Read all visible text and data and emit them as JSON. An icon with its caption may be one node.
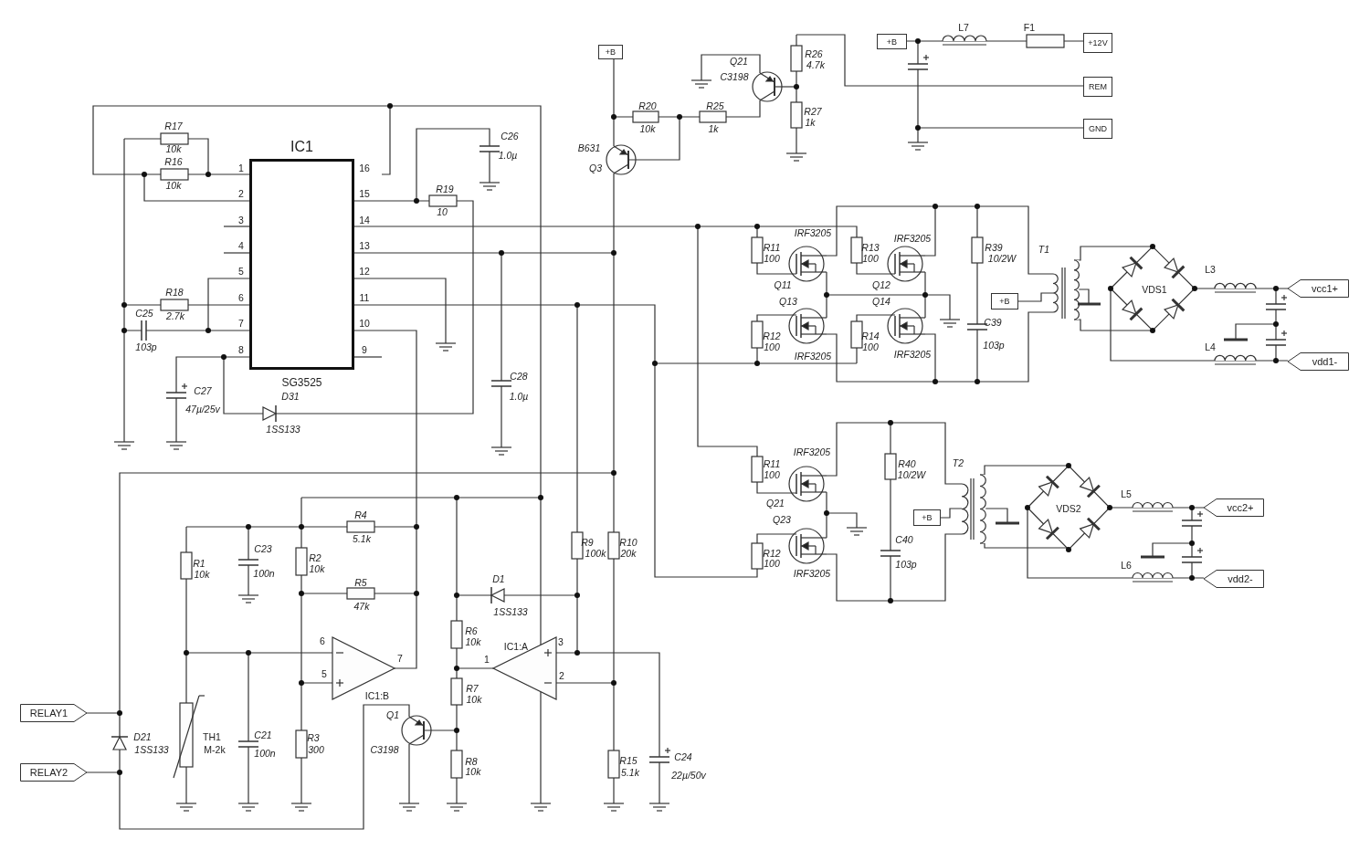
{
  "diagram": {
    "nodes": [
      {
        "text": [
          "IC1",
          "SG3525"
        ]
      },
      {
        "text": [
          "+B"
        ]
      },
      {
        "text": [
          "+B"
        ]
      },
      {
        "text": [
          "+12V"
        ]
      },
      {
        "text": [
          "REM"
        ]
      },
      {
        "text": [
          "GND"
        ]
      },
      {
        "text": [
          "+B"
        ]
      },
      {
        "text": [
          "vcc1+"
        ]
      },
      {
        "text": [
          "vdd1-"
        ]
      },
      {
        "text": [
          "+B"
        ]
      },
      {
        "text": [
          "vcc2+"
        ]
      },
      {
        "text": [
          "vdd2-"
        ]
      },
      {
        "text": [
          "RELAY1"
        ]
      },
      {
        "text": [
          "RELAY2"
        ]
      }
    ],
    "labels": [
      "R17",
      "10k",
      "R16",
      "10k",
      "1",
      "16",
      "2",
      "15",
      "3",
      "14",
      "4",
      "13",
      "5",
      "12",
      "6",
      "11",
      "7",
      "10",
      "8",
      "9",
      "R18",
      "C25",
      "2.7k",
      "103p",
      "C27",
      "47µ/25v",
      "D31",
      "1SS133",
      "R19",
      "10",
      "C26",
      "1.0µ",
      "C28",
      "1.0µ",
      "B631",
      "Q3",
      "R20",
      "10k",
      "R25",
      "1k",
      "Q21",
      "C3198",
      "R26",
      "4.7k",
      "R27",
      "1k",
      "L7",
      "F1",
      "IRF3205",
      "R11",
      "100",
      "IRF3205",
      "R13",
      "100",
      "R39",
      "10/2W",
      "T1",
      "Q11",
      "Q12",
      "Q13",
      "Q14",
      "VDS1",
      "L3",
      "C39",
      "R12",
      "100",
      "R14",
      "100",
      "103p",
      "L4",
      "IRF3205",
      "IRF3205",
      "IRF3205",
      "R11",
      "100",
      "R40",
      "10/2W",
      "T2",
      "L5",
      "Q21",
      "VDS2",
      "Q23",
      "C40",
      "R12",
      "100",
      "103p",
      "L6",
      "IRF3205",
      "R4",
      "5.1k",
      "R9",
      "100k",
      "R10",
      "20k",
      "C23",
      "R1",
      "10k",
      "R2",
      "10k",
      "100n",
      "D1",
      "R5",
      "47k",
      "1SS133",
      "R6",
      "6",
      "10k",
      "IC1:A",
      "3",
      "7",
      "1",
      "5",
      "2",
      "R7",
      "10k",
      "IC1:B",
      "Q1",
      "D21",
      "TH1",
      "C21",
      "R3",
      "1SS133",
      "M-2k",
      "100n",
      "300",
      "C3198",
      "C24",
      "R8",
      "R15",
      "10k",
      "5.1k",
      "22µ/50v"
    ]
  }
}
